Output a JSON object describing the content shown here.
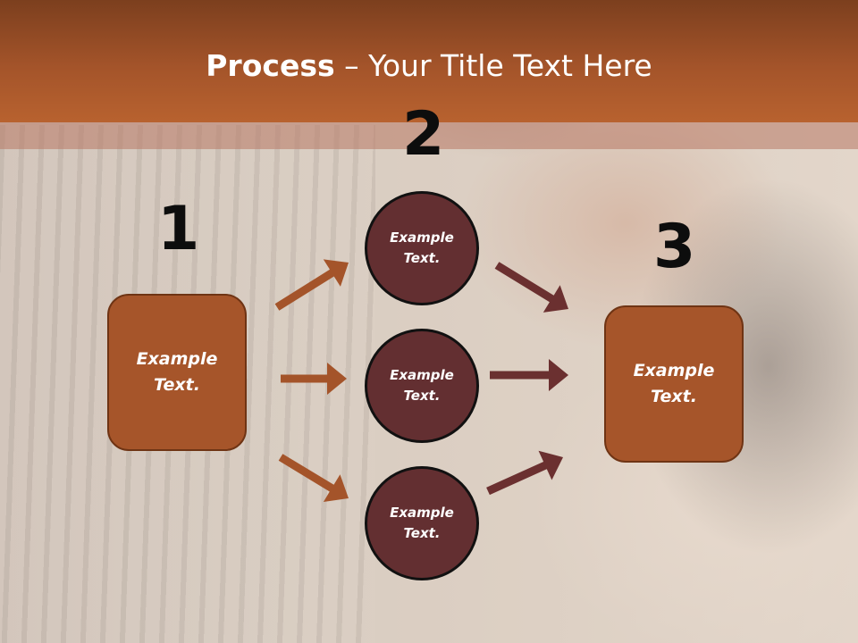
{
  "slide": {
    "title_bold": "Process",
    "title_rest": " – Your Title Text Here"
  },
  "steps": {
    "step1": {
      "number": "1",
      "label": "Example\nText."
    },
    "step2": {
      "number": "2"
    },
    "step3": {
      "number": "3",
      "label": "Example\nText."
    }
  },
  "circles": [
    {
      "label": "Example\nText."
    },
    {
      "label": "Example\nText."
    },
    {
      "label": "Example\nText."
    }
  ],
  "colors": {
    "header": "#a4542a",
    "box_fill": "#a6552a",
    "circle_fill": "#632f31",
    "arrow_left": "#a4542a",
    "arrow_right": "#6b3030"
  }
}
